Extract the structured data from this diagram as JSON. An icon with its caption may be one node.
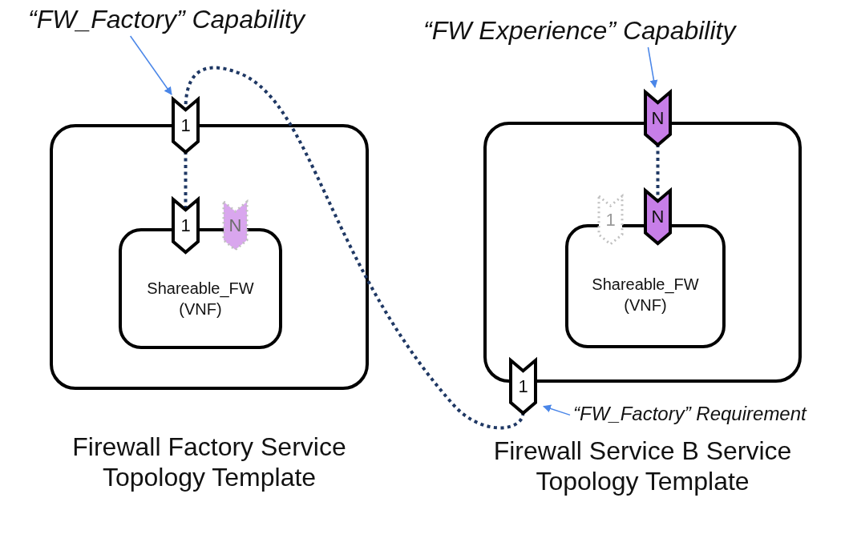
{
  "diagram": {
    "nodes": [
      {
        "text": [
          "Firewall Factory Service Topology Template"
        ]
      },
      {
        "text": [
          "1"
        ]
      },
      {
        "text": [
          "Shareable_FW (VNF)"
        ],
        "in": 0
      },
      {
        "text": [
          "1"
        ],
        "in": 0
      },
      {
        "text": [
          "N"
        ],
        "in": 0
      },
      {
        "text": [
          "“FW_Factory” Capability"
        ]
      },
      {
        "text": [
          "Firewall Service B Service Topology Template"
        ]
      },
      {
        "text": [
          "N"
        ]
      },
      {
        "text": [
          "Shareable_FW (VNF)"
        ],
        "in": 6
      },
      {
        "text": [
          "1"
        ],
        "in": 6
      },
      {
        "text": [
          "N"
        ],
        "in": 6
      },
      {
        "text": [
          "1"
        ]
      },
      {
        "text": [
          "“FW Experience” Capability"
        ]
      },
      {
        "text": [
          "“FW_Factory” Requirement"
        ]
      }
    ],
    "edges": [
      {
        "from": 5,
        "to": 1,
        "arrow": "to",
        "color": "#4a86e8"
      },
      {
        "from": 1,
        "to": 3,
        "arrow": "none",
        "style": "dashed",
        "color": "#1f3864"
      },
      {
        "from": 12,
        "to": 7,
        "arrow": "to",
        "color": "#4a86e8"
      },
      {
        "from": 7,
        "to": 10,
        "arrow": "none",
        "style": "dashed",
        "color": "#1f3864"
      },
      {
        "from": 13,
        "to": 11,
        "arrow": "to",
        "color": "#4a86e8"
      },
      {
        "from": 11,
        "to": 1,
        "arrow": "none",
        "style": "dashed",
        "color": "#1f3864"
      }
    ]
  }
}
